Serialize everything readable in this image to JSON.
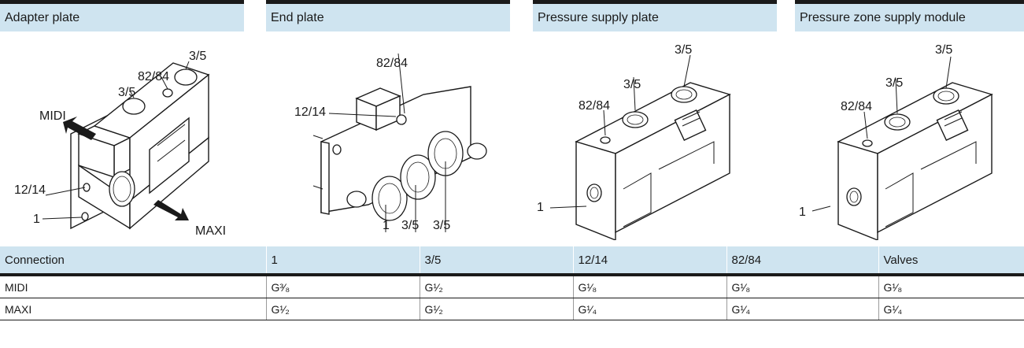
{
  "panels": [
    {
      "title": "Adapter plate",
      "labels": [
        "3/5",
        "82/84",
        "3/5",
        "MIDI",
        "12/14",
        "1",
        "MAXI"
      ]
    },
    {
      "title": "End plate",
      "labels": [
        "82/84",
        "12/14",
        "1",
        "3/5",
        "3/5"
      ]
    },
    {
      "title": "Pressure supply plate",
      "labels": [
        "3/5",
        "3/5",
        "82/84",
        "1"
      ]
    },
    {
      "title": "Pressure zone supply module",
      "labels": [
        "3/5",
        "3/5",
        "82/84",
        "1"
      ]
    }
  ],
  "table": {
    "headers": [
      "Connection",
      "1",
      "3/5",
      "12/14",
      "82/84",
      "Valves"
    ],
    "rows": [
      [
        "MIDI",
        "G³⁄₈",
        "G¹⁄₂",
        "G¹⁄₈",
        "G¹⁄₈",
        "G¹⁄₈"
      ],
      [
        "MAXI",
        "G¹⁄₂",
        "G¹⁄₂",
        "G¹⁄₄",
        "G¹⁄₄",
        "G¹⁄₄"
      ]
    ]
  }
}
